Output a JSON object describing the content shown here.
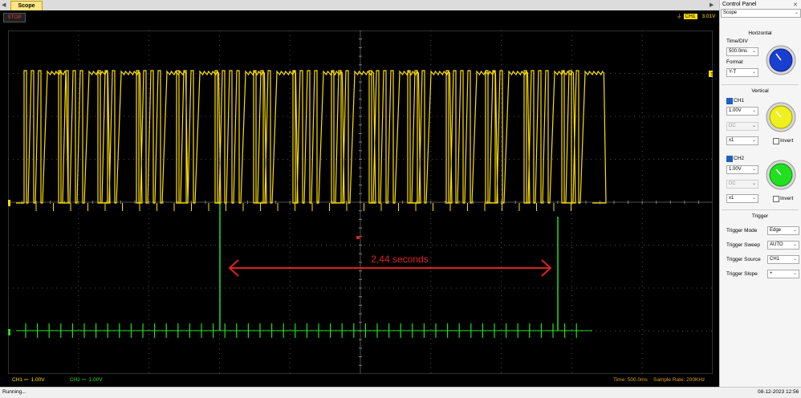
{
  "tabs": [
    {
      "label": "Scope"
    }
  ],
  "scope": {
    "run_state": "STOP",
    "trigger_indicator": {
      "channel": "CH1",
      "level": "3.01V"
    },
    "annotation": "2,44 seconds",
    "ch1_label": "CH1",
    "ch1_scale": "1.00V",
    "ch2_label": "CH2",
    "ch2_scale": "1.00V",
    "time_info": "Time: 500.0ms",
    "sample_rate": "Sample Rate: 200KHz",
    "ch1_marker": "1",
    "ch2_marker": "2",
    "trig_marker": "T",
    "colors": {
      "ch1": "#ffe000",
      "ch2": "#20e020",
      "annotation": "#e02020",
      "grid": "#505050"
    }
  },
  "panel": {
    "title": "Control Panel",
    "view_select": "Scope",
    "horizontal": {
      "title": "Horizontal",
      "timediv_label": "Time/DIV",
      "timediv_value": "500.0ms",
      "format_label": "Format",
      "format_value": "Y-T"
    },
    "vertical": {
      "title": "Vertical",
      "ch1": {
        "label": "CH1",
        "checked": true,
        "volts": "1.00V",
        "coupling": "DC",
        "probe": "x1",
        "invert_label": "Invert"
      },
      "ch2": {
        "label": "CH2",
        "checked": true,
        "volts": "1.00V",
        "coupling": "DC",
        "probe": "x1",
        "invert_label": "Invert"
      }
    },
    "trigger": {
      "title": "Trigger",
      "mode_label": "Trigger Mode",
      "mode_value": "Edge",
      "sweep_label": "Trigger Sweep",
      "sweep_value": "AUTO",
      "source_label": "Trigger Source",
      "source_value": "CH1",
      "slope_label": "Trigger Slope",
      "slope_value": "+"
    }
  },
  "status": {
    "text": "Running...",
    "datetime": "08-12-2023  12:56"
  },
  "icons": [
    "chevron-left-icon",
    "chevron-right-icon",
    "close-icon",
    "trigger-edge-icon",
    "chevron-down-icon",
    "checkbox-checked-icon",
    "checkbox-icon",
    "knob-icon"
  ]
}
